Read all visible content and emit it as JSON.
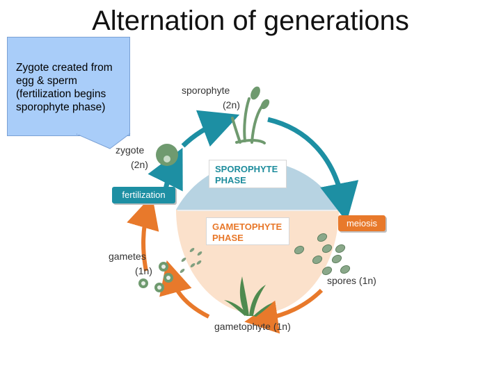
{
  "title": "Alternation of generations",
  "callout": {
    "text": "Zygote created from egg & sperm (fertilization begins sporophyte phase)"
  },
  "diagram": {
    "sporophyte_label": "sporophyte",
    "sporophyte_ploidy": "(2n)",
    "zygote_label": "zygote",
    "zygote_ploidy": "(2n)",
    "sporophyte_phase": "SPOROPHYTE PHASE",
    "gametophyte_phase": "GAMETOPHYTE PHASE",
    "fertilization": "fertilization",
    "meiosis": "meiosis",
    "gametes_label": "gametes",
    "gametes_ploidy": "(1n)",
    "spores_label": "spores (1n)",
    "gametophyte_label": "gametophyte (1n)",
    "colors": {
      "sporophyte_bg": "#b7d3e2",
      "gametophyte_bg": "#fbe1cb",
      "teal": "#1d8fa3",
      "orange": "#e8792b",
      "plant_green": "#5f8f5f"
    }
  }
}
